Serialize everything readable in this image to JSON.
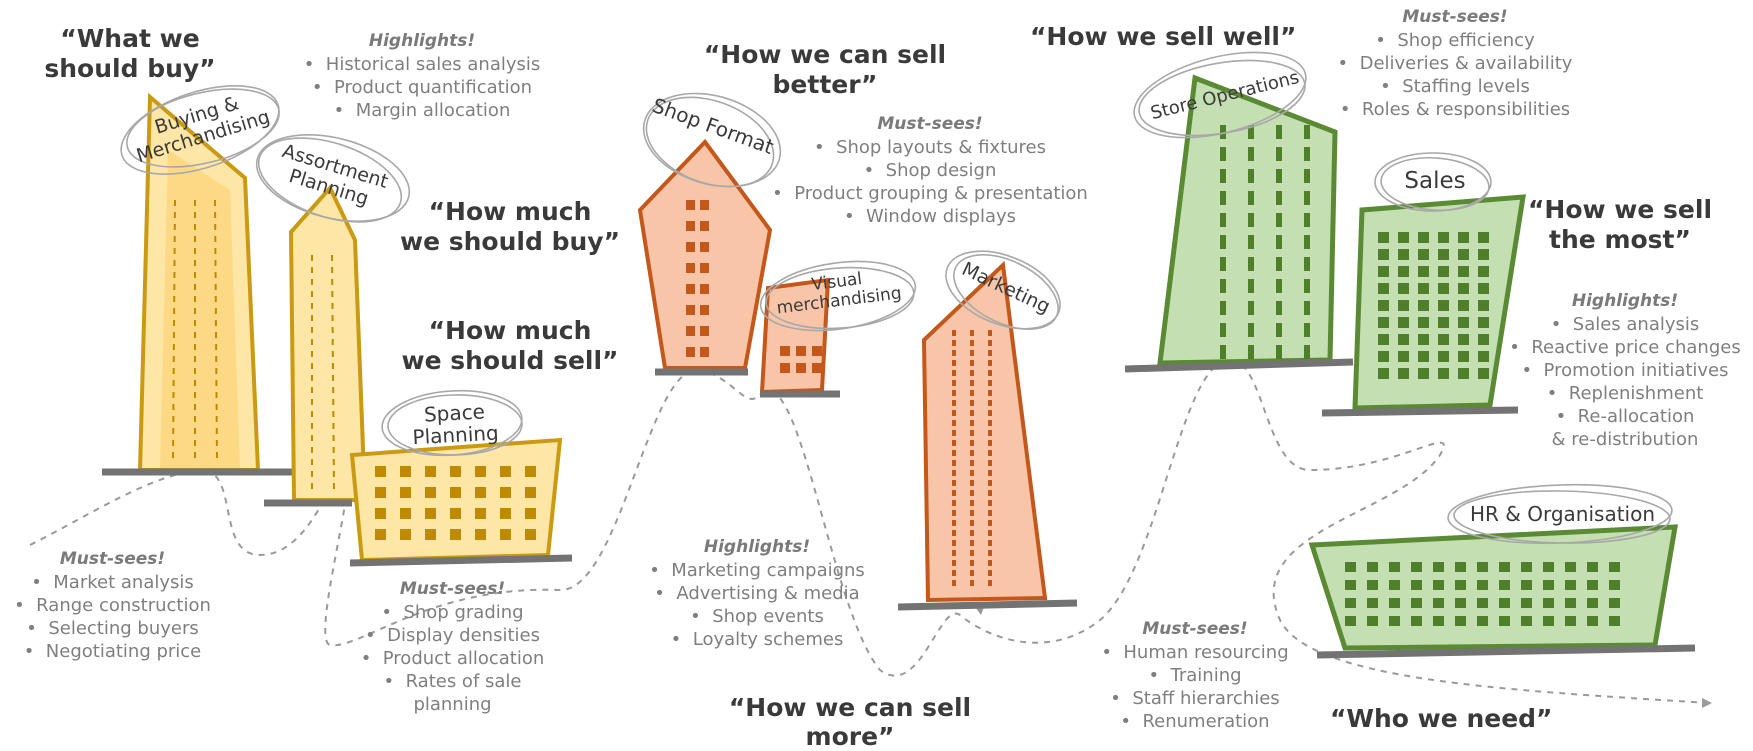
{
  "colors": {
    "gold_stroke": "#c99a12",
    "gold_fill": "#fde6a6",
    "gold_window": "#c08a00",
    "orange_stroke": "#c4571a",
    "orange_fill": "#f8c5a9",
    "orange_window": "#c4571a",
    "green_stroke": "#5b8a35",
    "green_fill": "#c4e0b2",
    "green_window": "#4f7f2a",
    "ground": "#737373",
    "text_dark": "#3a3a3a",
    "text_grey": "#7f7f7f"
  },
  "quotes": {
    "what_buy": [
      "“What we",
      "should buy”"
    ],
    "how_much_buy": [
      "“How much",
      "we should buy”"
    ],
    "how_much_sell": [
      "“How much",
      "we should sell”"
    ],
    "sell_better": [
      "“How we can sell",
      "better”"
    ],
    "sell_well": [
      "“How we sell well”"
    ],
    "sell_most": [
      "“How we sell",
      "the most”"
    ],
    "sell_more": [
      "“How we can sell",
      "more”"
    ],
    "who_need": [
      "“Who we need”"
    ]
  },
  "labels": {
    "buying": [
      "Buying &",
      "Merchandising"
    ],
    "assortment": [
      "Assortment",
      "Planning"
    ],
    "space": [
      "Space",
      "Planning"
    ],
    "shop_format": [
      "Shop Format"
    ],
    "visual": [
      "Visual",
      "merchandising"
    ],
    "marketing": [
      "Marketing"
    ],
    "store_ops": [
      "Store Operations"
    ],
    "sales": [
      "Sales"
    ],
    "hr": [
      "HR & Organisation"
    ]
  },
  "blocks": {
    "buying_highlights": {
      "heading": "Highlights!",
      "items": [
        "Historical sales analysis",
        "Product quantification",
        "Margin allocation"
      ]
    },
    "buying_mustsees": {
      "heading": "Must-sees!",
      "items": [
        "Market analysis",
        "Range construction",
        "Selecting buyers",
        "Negotiating price"
      ]
    },
    "space_mustsees": {
      "heading": "Must-sees!",
      "items": [
        "Shop grading",
        "Display densities",
        "Product allocation",
        "Rates of sale"
      ],
      "tail": "planning"
    },
    "shop_mustsees": {
      "heading": "Must-sees!",
      "items": [
        "Shop layouts & fixtures",
        "Shop design",
        "Product grouping & presentation",
        "Window displays"
      ]
    },
    "marketing_highlights": {
      "heading": "Highlights!",
      "items": [
        "Marketing campaigns",
        "Advertising & media",
        "Shop events",
        "Loyalty schemes"
      ]
    },
    "store_mustsees": {
      "heading": "Must-sees!",
      "items": [
        "Shop efficiency",
        "Deliveries & availability",
        "Staffing levels",
        "Roles & responsibilities"
      ]
    },
    "sales_highlights": {
      "heading": "Highlights!",
      "items": [
        "Sales analysis",
        "Reactive price changes",
        "Promotion initiatives",
        "Replenishment",
        "Re-allocation"
      ],
      "tail": "& re-distribution"
    },
    "hr_mustsees": {
      "heading": "Must-sees!",
      "items": [
        "Human resourcing",
        "Training",
        "Staff hierarchies",
        "Renumeration"
      ]
    }
  }
}
